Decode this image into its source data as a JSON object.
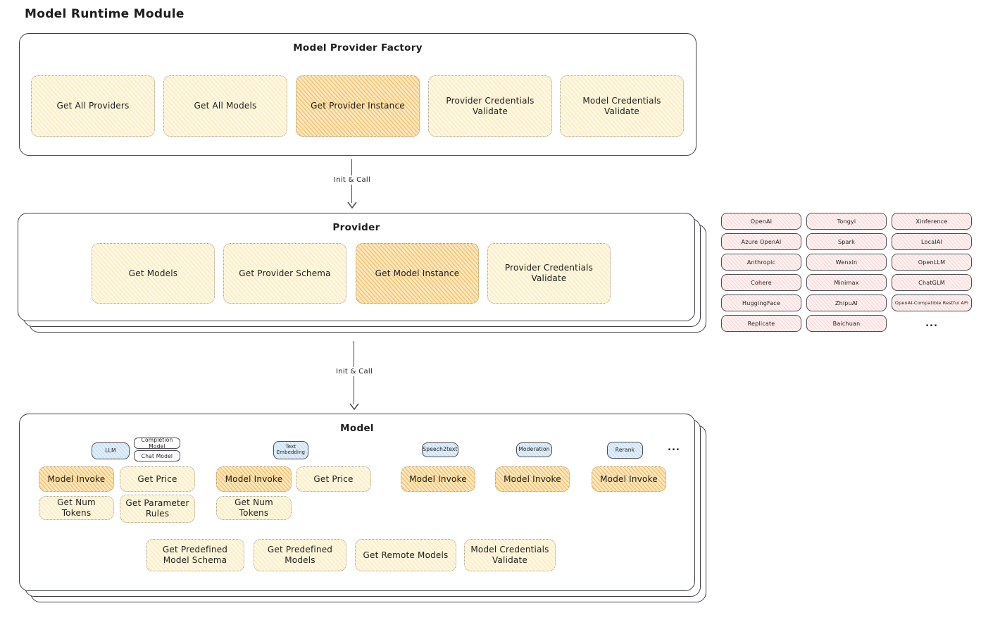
{
  "page": {
    "title": "Model Runtime Module"
  },
  "factory": {
    "title": "Model Provider Factory",
    "buttons": [
      {
        "label": "Get All Providers",
        "highlighted": false
      },
      {
        "label": "Get All Models",
        "highlighted": false
      },
      {
        "label": "Get Provider Instance",
        "highlighted": true
      },
      {
        "label": "Provider Credentials Validate",
        "highlighted": false
      },
      {
        "label": "Model Credentials Validate",
        "highlighted": false
      }
    ]
  },
  "arrows": [
    {
      "label": "Init & Call"
    },
    {
      "label": "Init & Call"
    }
  ],
  "provider": {
    "title": "Provider",
    "buttons": [
      {
        "label": "Get Models",
        "highlighted": false
      },
      {
        "label": "Get Provider Schema",
        "highlighted": false
      },
      {
        "label": "Get Model Instance",
        "highlighted": true
      },
      {
        "label": "Provider Credentials Validate",
        "highlighted": false
      }
    ]
  },
  "provider_palette": {
    "items": [
      "OpenAI",
      "Tongyi",
      "Xinference",
      "Azure OpenAI",
      "Spark",
      "LocalAI",
      "Anthropic",
      "Wenxin",
      "OpenLLM",
      "Cohere",
      "Minimax",
      "ChatGLM",
      "HuggingFace",
      "ZhipuAI",
      "OpenAI-Compatible Restful API",
      "Replicate",
      "Baichuan"
    ],
    "more": "..."
  },
  "model": {
    "title": "Model",
    "more": "...",
    "capability_groups": [
      {
        "tag": "LLM",
        "subtags": [
          "Completion Model",
          "Chat Model"
        ],
        "buttons": [
          {
            "label": "Model Invoke",
            "highlighted": true
          },
          {
            "label": "Get Price",
            "highlighted": false
          },
          {
            "label": "Get Num Tokens",
            "highlighted": false
          },
          {
            "label": "Get Parameter Rules",
            "highlighted": false
          }
        ]
      },
      {
        "tag": "Text Embedding",
        "buttons": [
          {
            "label": "Model Invoke",
            "highlighted": true
          },
          {
            "label": "Get Price",
            "highlighted": false
          },
          {
            "label": "Get Num Tokens",
            "highlighted": false
          }
        ]
      },
      {
        "tag": "Speech2text",
        "buttons": [
          {
            "label": "Model Invoke",
            "highlighted": true
          }
        ]
      },
      {
        "tag": "Moderation",
        "buttons": [
          {
            "label": "Model Invoke",
            "highlighted": true
          }
        ]
      },
      {
        "tag": "Rerank",
        "buttons": [
          {
            "label": "Model Invoke",
            "highlighted": true
          }
        ]
      }
    ],
    "shared_buttons": [
      {
        "label": "Get Predefined Model Schema"
      },
      {
        "label": "Get Predefined Models"
      },
      {
        "label": "Get Remote Models"
      },
      {
        "label": "Model Credentials Validate"
      }
    ]
  }
}
